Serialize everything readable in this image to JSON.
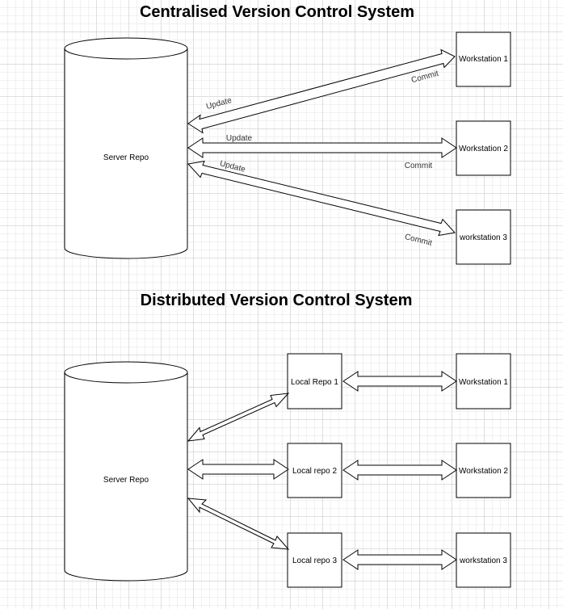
{
  "titles": {
    "centralised": "Centralised Version Control System",
    "distributed": "Distributed Version Control System"
  },
  "centralised": {
    "server": "Server Repo",
    "workstations": [
      "Workstation 1",
      "Workstation 2",
      "workstation 3"
    ],
    "labels": {
      "update_1": "Update",
      "commit_1": "Commit",
      "update_2": "Update",
      "commit_2": "Commit",
      "update_3": "Update",
      "commit_3": "Commit"
    }
  },
  "distributed": {
    "server": "Server Repo",
    "local_repos": [
      "Local Repo 1",
      "Local repo 2",
      "Local repo 3"
    ],
    "workstations": [
      "Workstation 1",
      "Workstation 2",
      "workstation 3"
    ]
  }
}
